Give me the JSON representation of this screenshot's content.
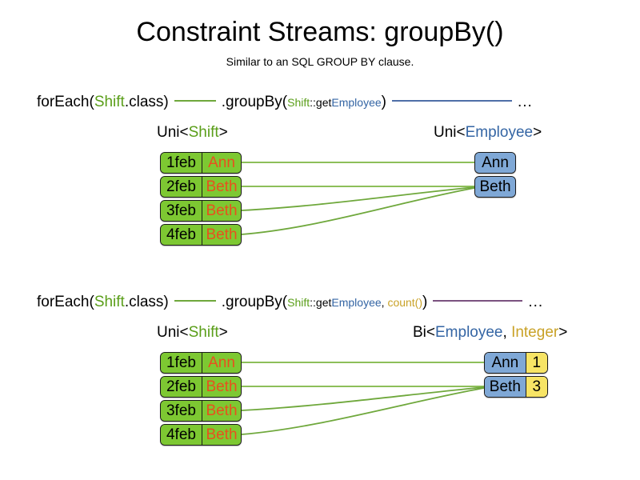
{
  "header": {
    "title": "Constraint Streams: groupBy()",
    "subtitle": "Similar to an SQL GROUP BY clause."
  },
  "colors": {
    "shift_green": "#7DC832",
    "employee_blue": "#7FA8D6",
    "count_yellow": "#F7E465",
    "text_green": "#5A9E19",
    "text_blue": "#3465A4",
    "text_gold": "#C9A227",
    "name_orange": "#E8501E",
    "link_green": "#6FA83C",
    "link_blue": "#4F6FA8",
    "link_purple": "#7B5280"
  },
  "rows": [
    {
      "id": "row-1",
      "code": {
        "foreach_open": "forEach(",
        "foreach_type": "Shift",
        "foreach_close": ".class)",
        "groupby_open": ".groupBy(",
        "arg1_type": "Shift",
        "arg1_sep": "::get",
        "arg1_prop": "Employee",
        "groupby_close": ")",
        "ellipsis": "..."
      },
      "left_caption": {
        "prefix": "Uni<",
        "type": "Shift",
        "suffix": ">"
      },
      "right_caption": {
        "prefix": "Uni<",
        "type": "Employee",
        "suffix": ">"
      },
      "shifts": [
        {
          "date": "1feb",
          "name": "Ann"
        },
        {
          "date": "2feb",
          "name": "Beth"
        },
        {
          "date": "3feb",
          "name": "Beth"
        },
        {
          "date": "4feb",
          "name": "Beth"
        }
      ],
      "groups": [
        {
          "employee": "Ann"
        },
        {
          "employee": "Beth"
        }
      ]
    },
    {
      "id": "row-2",
      "code": {
        "foreach_open": "forEach(",
        "foreach_type": "Shift",
        "foreach_close": ".class)",
        "groupby_open": ".groupBy(",
        "arg1_type": "Shift",
        "arg1_sep": "::get",
        "arg1_prop": "Employee",
        "arg_comma": ", ",
        "arg2": "count()",
        "groupby_close": ")",
        "ellipsis": "..."
      },
      "left_caption": {
        "prefix": "Uni<",
        "type": "Shift",
        "suffix": ">"
      },
      "right_caption": {
        "prefix": "Bi<",
        "type": "Employee",
        "sep": ", ",
        "type2": "Integer",
        "suffix": ">"
      },
      "shifts": [
        {
          "date": "1feb",
          "name": "Ann"
        },
        {
          "date": "2feb",
          "name": "Beth"
        },
        {
          "date": "3feb",
          "name": "Beth"
        },
        {
          "date": "4feb",
          "name": "Beth"
        }
      ],
      "groups": [
        {
          "employee": "Ann",
          "count": "1"
        },
        {
          "employee": "Beth",
          "count": "3"
        }
      ]
    }
  ]
}
